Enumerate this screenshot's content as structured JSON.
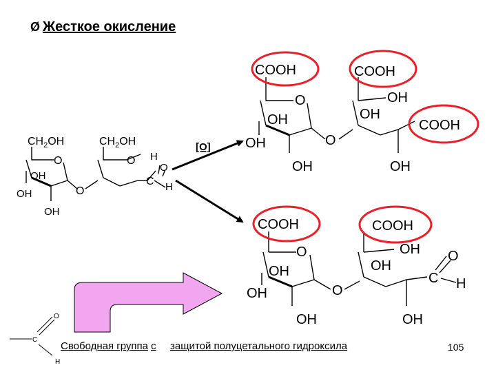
{
  "title": {
    "marker": "Ø",
    "text": "Жесткое окисление"
  },
  "labels": {
    "ch2oh": "CH",
    "sub2": "2",
    "oh_suffix": "OH",
    "o": "O",
    "oh": "OH",
    "h": "H",
    "c": "C",
    "cooh": "COOH",
    "oxidant": "[O]"
  },
  "caption": {
    "part1": "Свободная группа",
    "part2": "с",
    "part3": "защитой полуцетального гидроксила"
  },
  "page_number": "105",
  "colors": {
    "circle": "#e8202a",
    "big_arrow_fill": "#f2a6f0",
    "line": "#000000"
  }
}
